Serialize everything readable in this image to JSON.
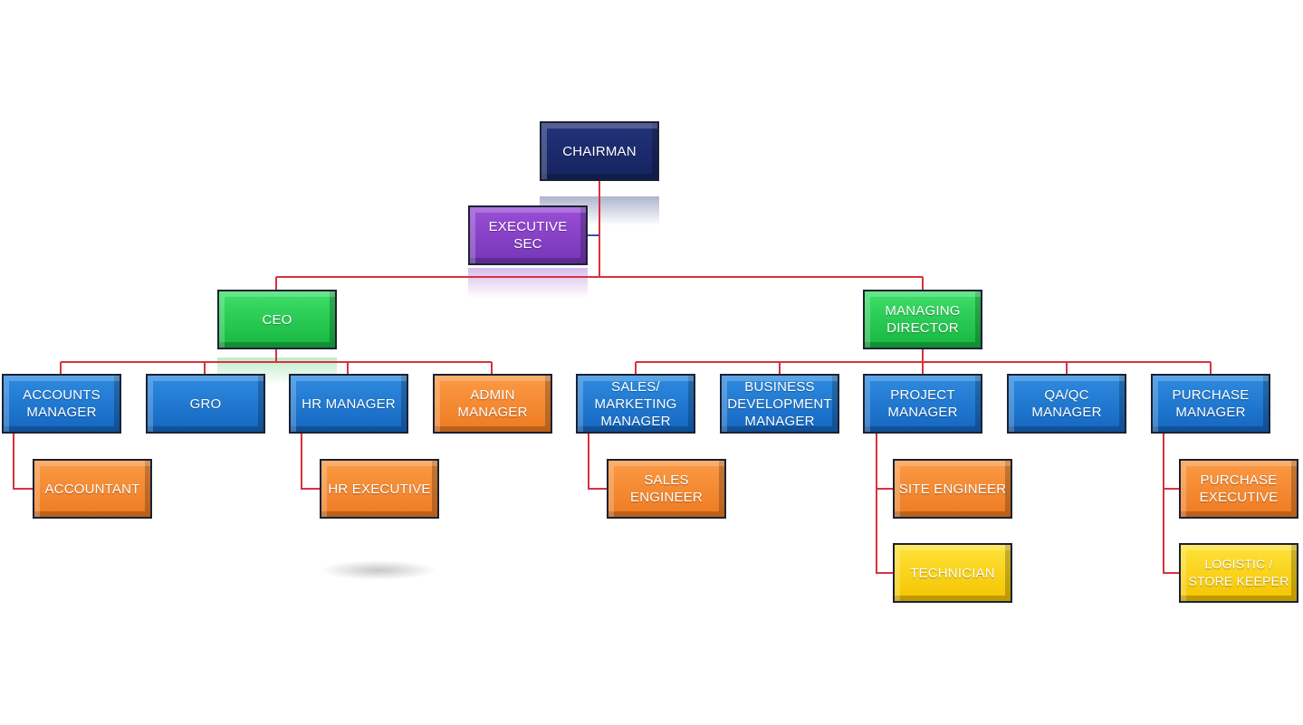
{
  "colors": {
    "connector": "#d9313f",
    "navy": "#1a2a6c",
    "purple": "#8a42c8",
    "green": "#22c24a",
    "blue": "#1f78d1",
    "orange": "#f28a30",
    "yellow": "#f7d21a"
  },
  "nodes": {
    "chairman": "CHAIRMAN",
    "executive_sec": "EXECUTIVE SEC",
    "ceo": "CEO",
    "managing_director": "MANAGING DIRECTOR",
    "accounts_manager": "ACCOUNTS MANAGER",
    "gro": "GRO",
    "hr_manager": "HR MANAGER",
    "admin_manager": "ADMIN MANAGER",
    "sales_marketing_manager": "SALES/ MARKETING MANAGER",
    "business_development_manager": "BUSINESS DEVELOPMENT MANAGER",
    "project_manager": "PROJECT MANAGER",
    "qa_qc_manager": "QA/QC MANAGER",
    "purchase_manager": "PURCHASE MANAGER",
    "accountant": "ACCOUNTANT",
    "hr_executive": "HR EXECUTIVE",
    "sales_engineer": "SALES ENGINEER",
    "site_engineer": "SITE ENGINEER",
    "technician": "TECHNICIAN",
    "purchase_executive": "PURCHASE EXECUTIVE",
    "logistic_store_keeper": "LOGISTIC / STORE KEEPER"
  }
}
